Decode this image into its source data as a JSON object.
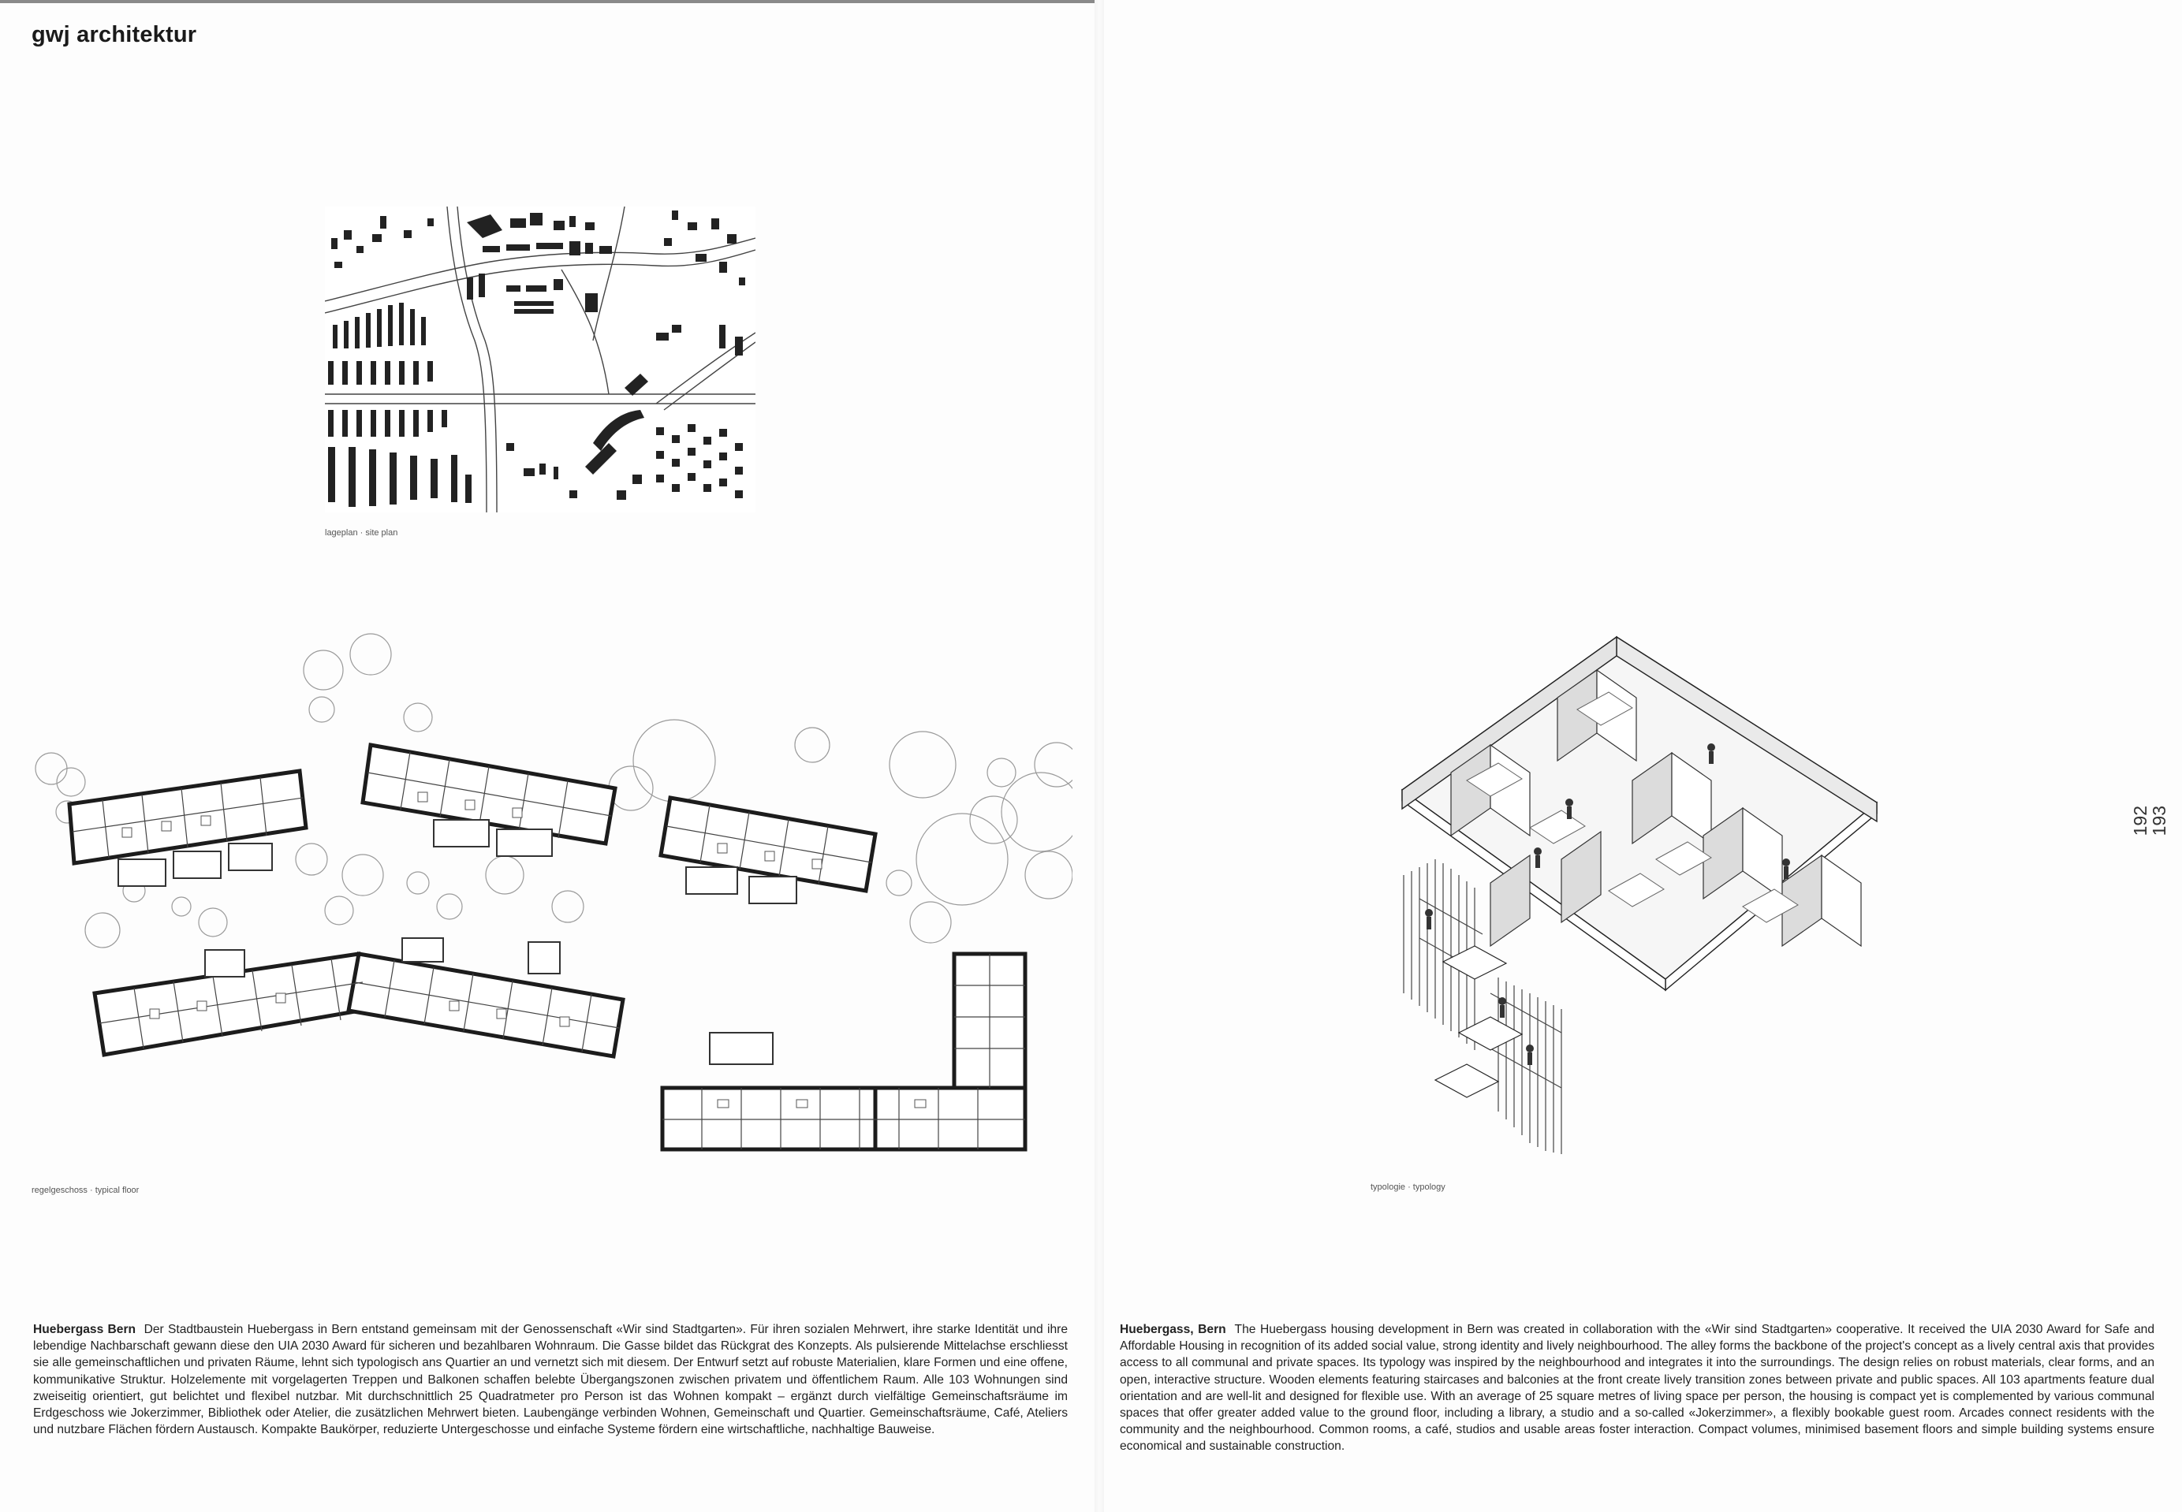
{
  "header": {
    "brand": "gwj architektur"
  },
  "figures": {
    "site_plan_caption": "lageplan · site plan",
    "floor_caption": "regelgeschoss · typical floor",
    "typology_caption": "typologie · typology"
  },
  "page_numbers": [
    "192",
    "193"
  ],
  "german": {
    "title": "Huebergass Bern",
    "body": "Der Stadtbaustein Huebergass in Bern entstand gemeinsam mit der Genossenschaft «Wir sind Stadtgarten». Für ihren sozialen Mehrwert, ihre starke Identität und ihre lebendige Nachbarschaft gewann diese den UIA 2030 Award für sicheren und bezahlbaren Wohnraum. Die Gasse bildet das Rückgrat des Konzepts. Als pulsierende Mittelachse erschliesst sie alle gemeinschaftlichen und privaten Räume, lehnt sich typologisch ans Quartier an und vernetzt sich mit diesem. Der Entwurf setzt auf robuste Materialien, klare Formen und eine offene, kommunikative Struktur. Holzelemente mit vorgelagerten Treppen und Balkonen schaffen belebte Übergangszonen zwischen privatem und öffentlichem Raum. Alle 103 Wohnungen sind zweiseitig orientiert, gut belichtet und flexibel nutzbar. Mit durchschnittlich 25 Quadratmeter pro Person ist das Wohnen kompakt – ergänzt durch vielfältige Gemeinschaftsräume im Erdgeschoss wie Jokerzimmer, Bibliothek oder Atelier, die zusätzlichen Mehrwert bieten. Laubengänge verbinden Wohnen, Gemeinschaft und Quartier. Gemeinschaftsräume, Café, Ateliers und nutzbare Flächen fördern Austausch. Kompakte Baukörper, reduzierte Untergeschosse und einfache Systeme fördern eine wirtschaftliche, nachhaltige Bauweise."
  },
  "english": {
    "title": "Huebergass, Bern",
    "body": "The Huebergass housing development in Bern was created in collaboration with the «Wir sind Stadtgarten» cooperative. It received the UIA 2030 Award for Safe and Affordable Housing in recognition of its added social value, strong identity and lively neighbourhood. The alley forms the backbone of the project's concept as a lively central axis that provides access to all communal and private spaces. Its typology was inspired by the neighbourhood and integrates it into the surroundings. The design relies on robust materials, clear forms, and an open, interactive structure. Wooden elements featuring staircases and balconies at the front create lively transition zones between private and public spaces. All 103 apartments feature dual orientation and are well-lit and designed for flexible use. With an average of 25 square metres of living space per person, the housing is compact yet is complemented by various communal spaces that offer greater added value to the ground floor, including a library, a studio and a so-called «Jokerzimmer», a flexibly bookable guest room. Arcades connect residents with the community and the neighbourhood. Common rooms, a café, studios and usable areas foster interaction. Compact volumes, minimised basement floors and simple building systems ensure economical and sustainable construction."
  }
}
